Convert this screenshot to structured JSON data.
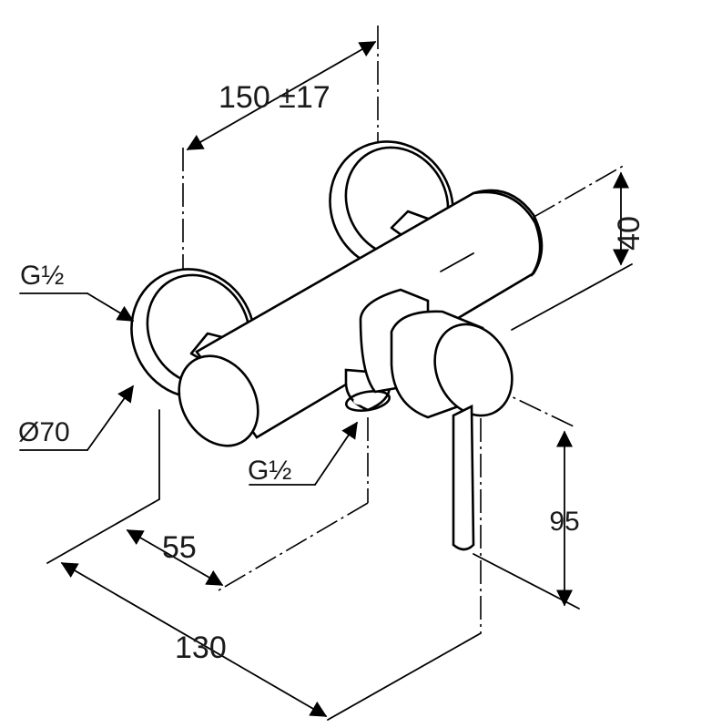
{
  "dimensions": {
    "width_tolerance": "150 ±17",
    "height_40": "40",
    "height_95": "95",
    "depth_55": "55",
    "depth_130": "130"
  },
  "callouts": {
    "inlet_thread": "G½",
    "rosette_diameter": "Ø70",
    "outlet_thread": "G½"
  }
}
